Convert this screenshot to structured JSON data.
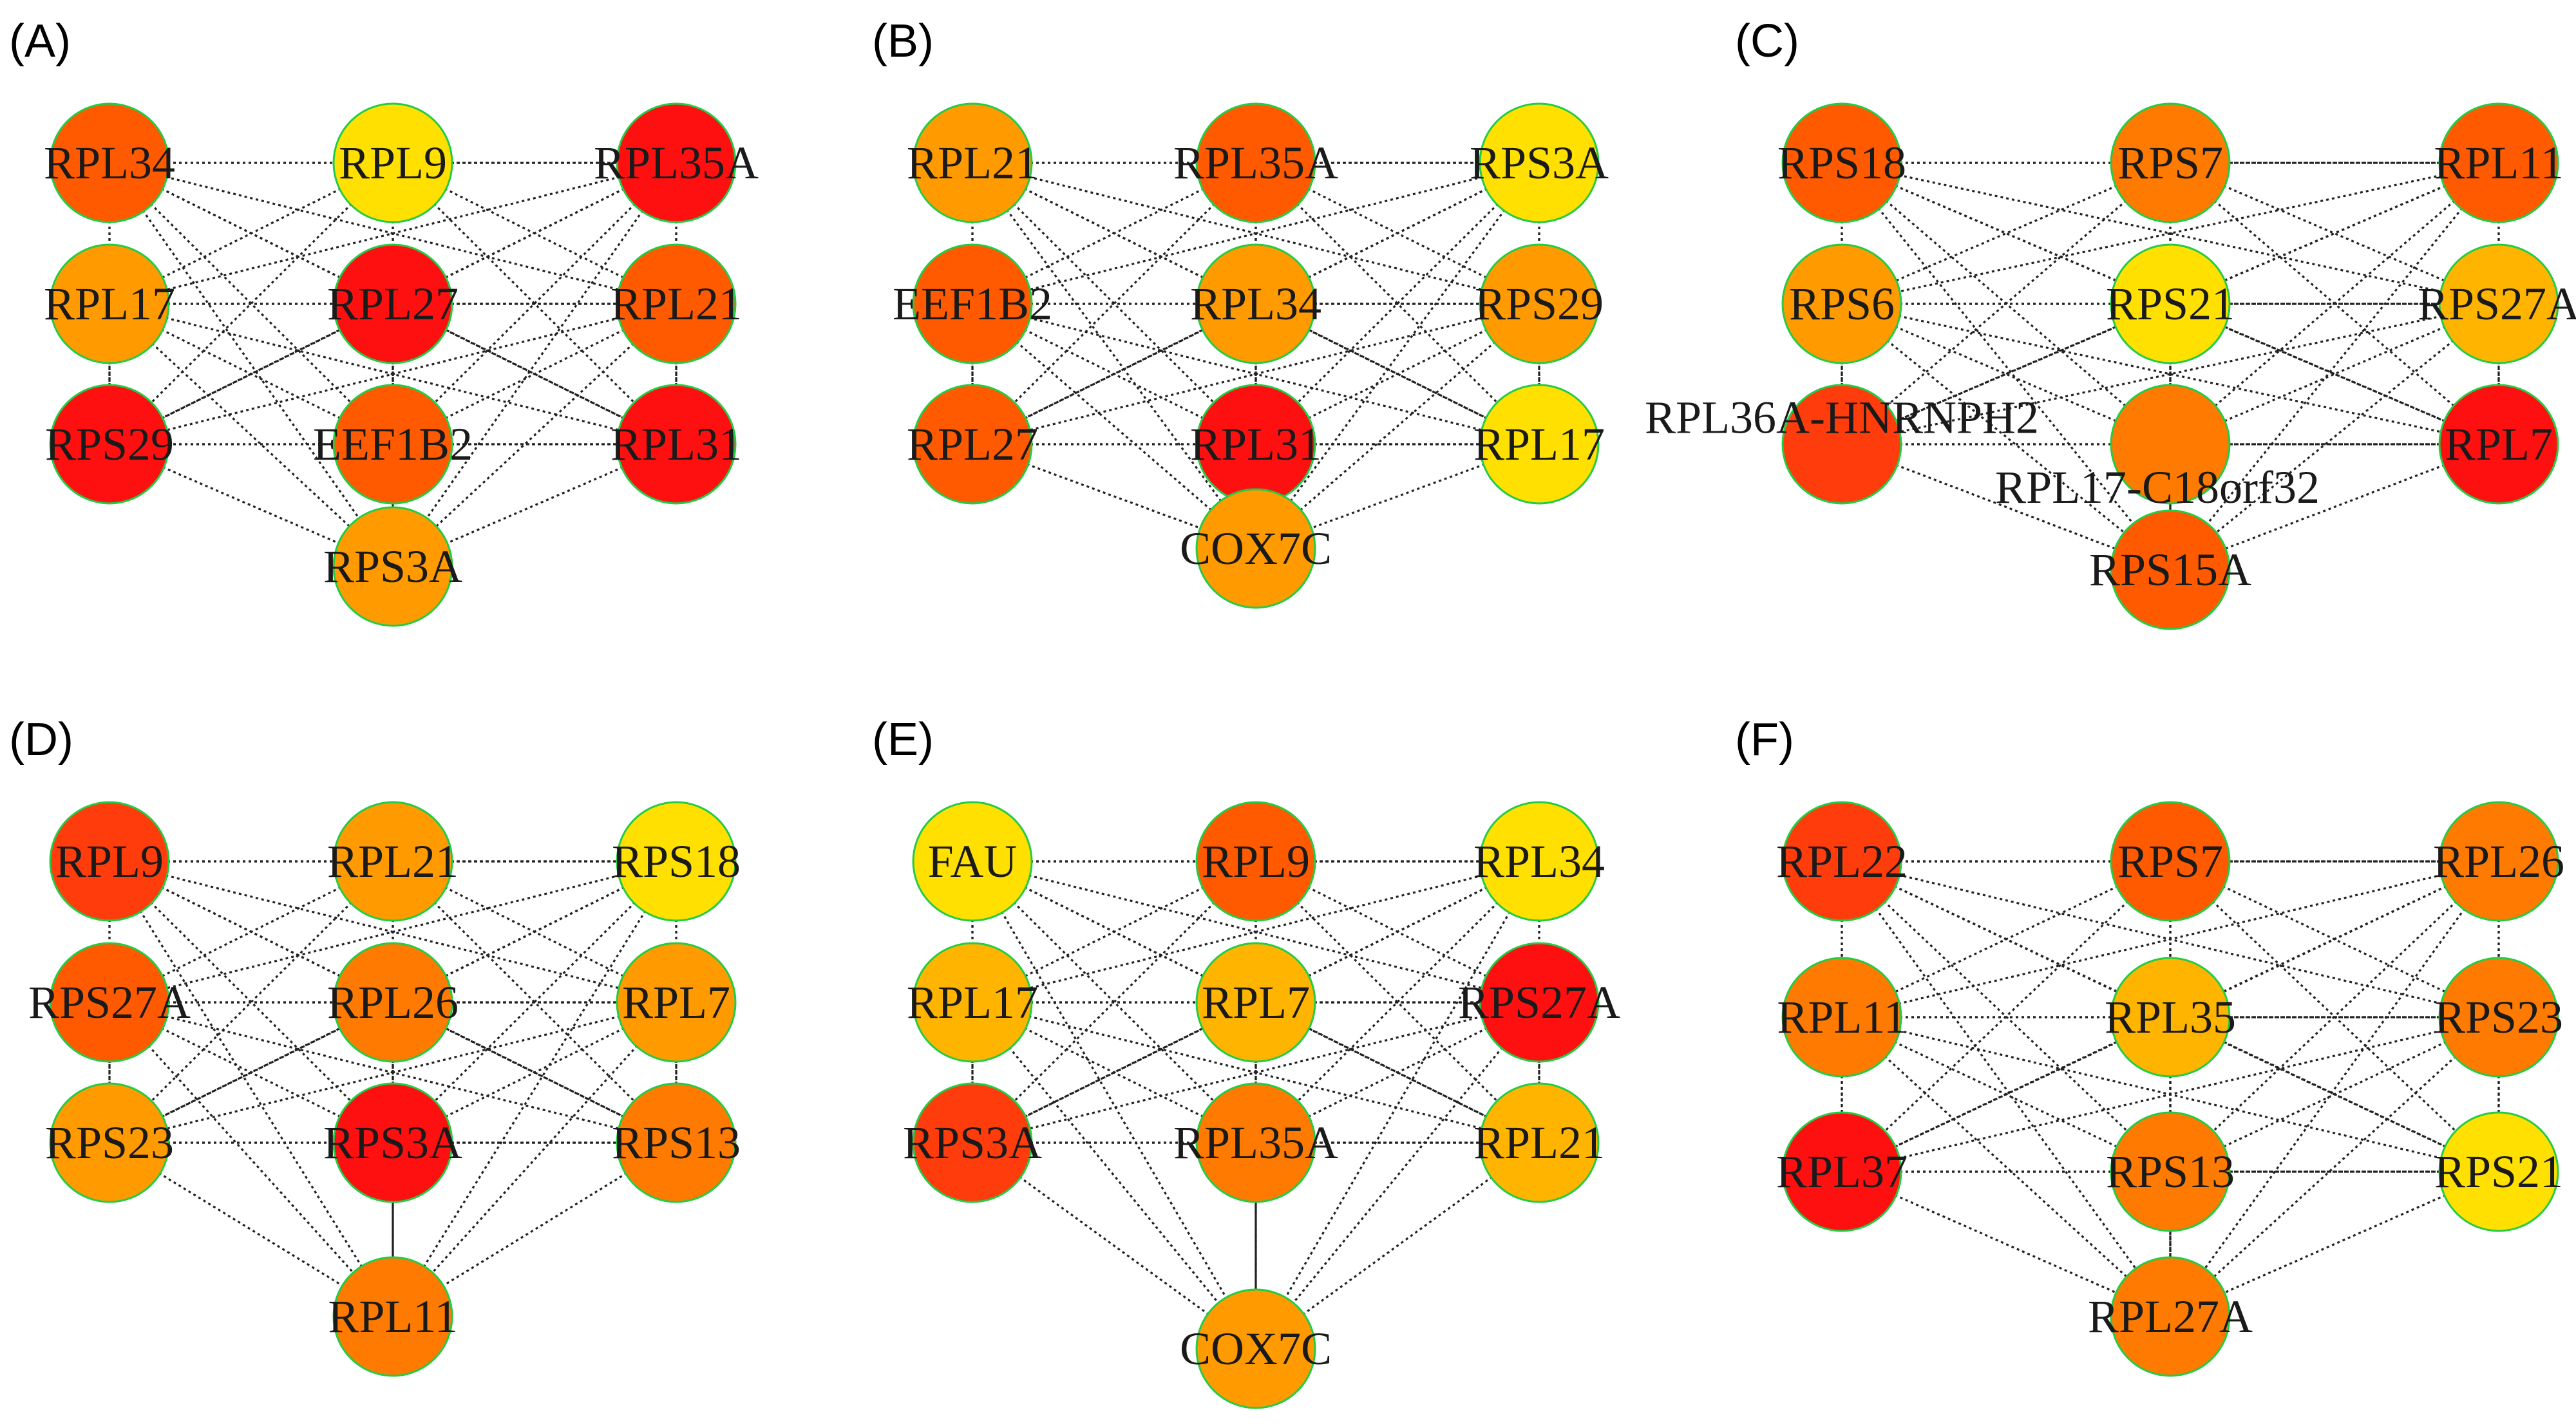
{
  "colors": {
    "red": "#ff1010",
    "red_orange": "#ff3c0c",
    "orange_red": "#ff5a00",
    "orange": "#ff7a00",
    "light_orange": "#ff9a00",
    "amber": "#ffb400",
    "yellow": "#ffe000",
    "node_border": "#22cc44",
    "edge": "#222222"
  },
  "panels": [
    {
      "id": "A",
      "letter": "(A)",
      "nodes": [
        {
          "id": "a1",
          "label": "RPL34",
          "color": "orange_red"
        },
        {
          "id": "a2",
          "label": "RPL9",
          "color": "yellow"
        },
        {
          "id": "a3",
          "label": "RPL35A",
          "color": "red"
        },
        {
          "id": "a4",
          "label": "RPL17",
          "color": "light_orange"
        },
        {
          "id": "a5",
          "label": "RPL27",
          "color": "red"
        },
        {
          "id": "a6",
          "label": "RPL21",
          "color": "orange_red"
        },
        {
          "id": "a7",
          "label": "RPS29",
          "color": "red"
        },
        {
          "id": "a8",
          "label": "EEF1B2",
          "color": "orange_red"
        },
        {
          "id": "a9",
          "label": "RPL31",
          "color": "red"
        },
        {
          "id": "a10",
          "label": "RPS3A",
          "color": "light_orange"
        }
      ]
    },
    {
      "id": "B",
      "letter": "(B)",
      "nodes": [
        {
          "id": "b1",
          "label": "RPL21",
          "color": "light_orange"
        },
        {
          "id": "b2",
          "label": "RPL35A",
          "color": "orange_red"
        },
        {
          "id": "b3",
          "label": "RPS3A",
          "color": "yellow"
        },
        {
          "id": "b4",
          "label": "EEF1B2",
          "color": "orange_red"
        },
        {
          "id": "b5",
          "label": "RPL34",
          "color": "light_orange"
        },
        {
          "id": "b6",
          "label": "RPS29",
          "color": "light_orange"
        },
        {
          "id": "b7",
          "label": "RPL27",
          "color": "orange_red"
        },
        {
          "id": "b8",
          "label": "RPL31",
          "color": "red"
        },
        {
          "id": "b9",
          "label": "RPL17",
          "color": "yellow"
        },
        {
          "id": "b10",
          "label": "COX7C",
          "color": "light_orange"
        }
      ]
    },
    {
      "id": "C",
      "letter": "(C)",
      "nodes": [
        {
          "id": "c1",
          "label": "RPS18",
          "color": "orange_red"
        },
        {
          "id": "c2",
          "label": "RPS7",
          "color": "orange"
        },
        {
          "id": "c3",
          "label": "RPL11",
          "color": "orange_red"
        },
        {
          "id": "c4",
          "label": "RPS6",
          "color": "light_orange"
        },
        {
          "id": "c5",
          "label": "RPS21",
          "color": "yellow"
        },
        {
          "id": "c6",
          "label": "RPS27A",
          "color": "amber"
        },
        {
          "id": "c7",
          "label": "RPL36A-HNRNPH2",
          "color": "red_orange"
        },
        {
          "id": "c8",
          "label": "RPL17-C18orf32",
          "color": "orange"
        },
        {
          "id": "c9",
          "label": "RPL7",
          "color": "red"
        },
        {
          "id": "c10",
          "label": "RPS15A",
          "color": "orange_red"
        }
      ]
    },
    {
      "id": "D",
      "letter": "(D)",
      "nodes": [
        {
          "id": "d1",
          "label": "RPL9",
          "color": "red_orange"
        },
        {
          "id": "d2",
          "label": "RPL21",
          "color": "light_orange"
        },
        {
          "id": "d3",
          "label": "RPS18",
          "color": "yellow"
        },
        {
          "id": "d4",
          "label": "RPS27A",
          "color": "orange_red"
        },
        {
          "id": "d5",
          "label": "RPL26",
          "color": "orange"
        },
        {
          "id": "d6",
          "label": "RPL7",
          "color": "light_orange"
        },
        {
          "id": "d7",
          "label": "RPS23",
          "color": "light_orange"
        },
        {
          "id": "d8",
          "label": "RPS3A",
          "color": "red"
        },
        {
          "id": "d9",
          "label": "RPS13",
          "color": "orange"
        },
        {
          "id": "d10",
          "label": "RPL11",
          "color": "orange"
        }
      ]
    },
    {
      "id": "E",
      "letter": "(E)",
      "nodes": [
        {
          "id": "e1",
          "label": "FAU",
          "color": "yellow"
        },
        {
          "id": "e2",
          "label": "RPL9",
          "color": "orange_red"
        },
        {
          "id": "e3",
          "label": "RPL34",
          "color": "yellow"
        },
        {
          "id": "e4",
          "label": "RPL17",
          "color": "amber"
        },
        {
          "id": "e5",
          "label": "RPL7",
          "color": "amber"
        },
        {
          "id": "e6",
          "label": "RPS27A",
          "color": "red"
        },
        {
          "id": "e7",
          "label": "RPS3A",
          "color": "red_orange"
        },
        {
          "id": "e8",
          "label": "RPL35A",
          "color": "orange"
        },
        {
          "id": "e9",
          "label": "RPL21",
          "color": "amber"
        },
        {
          "id": "e10",
          "label": "COX7C",
          "color": "light_orange"
        }
      ]
    },
    {
      "id": "F",
      "letter": "(F)",
      "nodes": [
        {
          "id": "f1",
          "label": "RPL22",
          "color": "red_orange"
        },
        {
          "id": "f2",
          "label": "RPS7",
          "color": "orange_red"
        },
        {
          "id": "f3",
          "label": "RPL26",
          "color": "orange"
        },
        {
          "id": "f4",
          "label": "RPL11",
          "color": "orange"
        },
        {
          "id": "f5",
          "label": "RPL35",
          "color": "amber"
        },
        {
          "id": "f6",
          "label": "RPS23",
          "color": "orange"
        },
        {
          "id": "f7",
          "label": "RPL37",
          "color": "red"
        },
        {
          "id": "f8",
          "label": "RPS13",
          "color": "orange"
        },
        {
          "id": "f9",
          "label": "RPS21",
          "color": "yellow"
        },
        {
          "id": "f10",
          "label": "RPL27A",
          "color": "orange"
        }
      ]
    }
  ]
}
